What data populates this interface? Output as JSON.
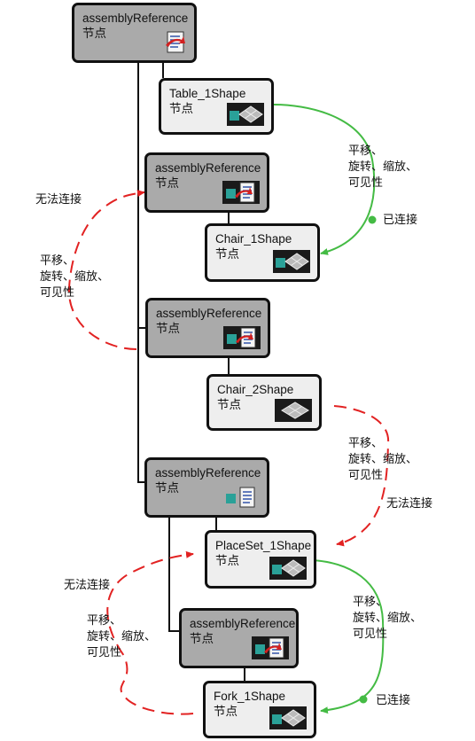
{
  "nodes": [
    {
      "id": "ref1",
      "kind": "reference",
      "title": "assemblyReference",
      "subtitle": "节点",
      "icon": "assembly-reference-icon"
    },
    {
      "id": "table",
      "kind": "shape",
      "title": "Table_1Shape",
      "subtitle": "节点",
      "icon": "shape-mesh-icon"
    },
    {
      "id": "ref2",
      "kind": "reference",
      "title": "assemblyReference",
      "subtitle": "节点",
      "icon": "assembly-reference-icon"
    },
    {
      "id": "chair1",
      "kind": "shape",
      "title": "Chair_1Shape",
      "subtitle": "节点",
      "icon": "shape-mesh-icon"
    },
    {
      "id": "ref3",
      "kind": "reference",
      "title": "assemblyReference",
      "subtitle": "节点",
      "icon": "assembly-reference-icon"
    },
    {
      "id": "chair2",
      "kind": "shape",
      "title": "Chair_2Shape",
      "subtitle": "节点",
      "icon": "shape-mesh-icon"
    },
    {
      "id": "ref4",
      "kind": "reference",
      "title": "assemblyReference",
      "subtitle": "节点",
      "icon": "assembly-reference-icon"
    },
    {
      "id": "placeset",
      "kind": "shape",
      "title": "PlaceSet_1Shape",
      "subtitle": "节点",
      "icon": "shape-mesh-icon"
    },
    {
      "id": "ref5",
      "kind": "reference",
      "title": "assemblyReference",
      "subtitle": "节点",
      "icon": "assembly-reference-icon"
    },
    {
      "id": "fork",
      "kind": "shape",
      "title": "Fork_1Shape",
      "subtitle": "节点",
      "icon": "shape-mesh-icon"
    }
  ],
  "labels": {
    "trs_1": [
      "平移、",
      "旋转、缩放、",
      "可见性"
    ],
    "connected_1": "已连接",
    "cannot_connect_1": "无法连接",
    "trs_2": [
      "平移、",
      "旋转、缩放、",
      "可见性"
    ],
    "trs_3": [
      "平移、",
      "旋转、缩放、",
      "可见性"
    ],
    "cannot_connect_2": "无法连接",
    "cannot_connect_3": "无法连接",
    "trs_4": [
      "平移、",
      "旋转、缩放、",
      "可见性"
    ],
    "trs_5": [
      "平移、",
      "旋转、缩放、",
      "可见性"
    ],
    "connected_2": "已连接"
  },
  "colors": {
    "connected": "#44bb44",
    "cannot_connect": "#e22222",
    "reference_node": "#aaaaaa",
    "shape_node": "#eeeeee",
    "border": "#111111",
    "hierarchy_line": "#111111"
  }
}
